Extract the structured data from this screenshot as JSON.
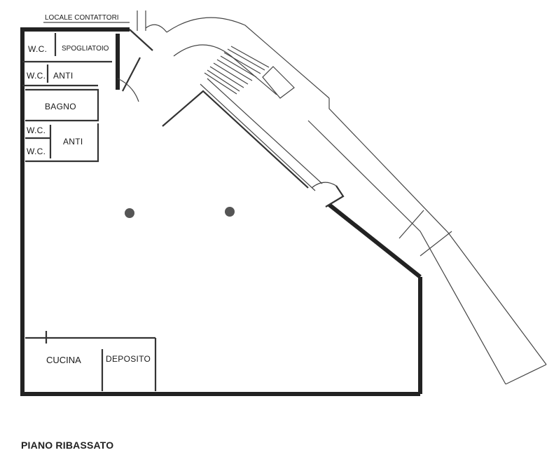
{
  "rooms": {
    "locale_contattori": "LOCALE  CONTATTORI",
    "wc_1": "W.C.",
    "spogliatoio": "SPOGLIATOIO",
    "wc_2": "W.C.",
    "anti_1": "ANTI",
    "bagno": "BAGNO",
    "wc_3": "W.C.",
    "wc_4": "W.C.",
    "anti_2": "ANTI",
    "cucina": "CUCINA",
    "deposito": "DEPOSITO"
  },
  "caption": "PIANO RIBASSATO",
  "colors": {
    "walls": "#222222",
    "lines": "#444444",
    "background": "#ffffff"
  }
}
